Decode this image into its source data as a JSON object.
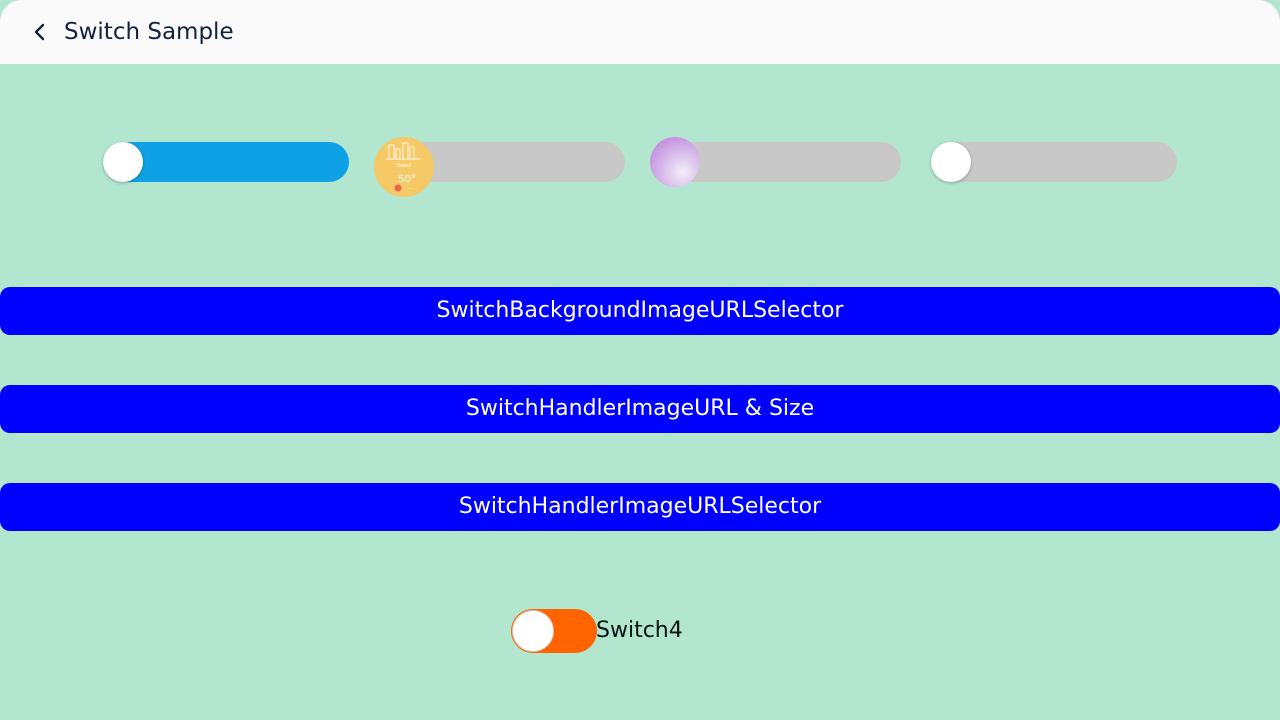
{
  "header": {
    "title": "Switch Sample",
    "back_icon": "chevron-left-icon"
  },
  "switches_row": [
    {
      "id": "switch-1",
      "state": "on",
      "track_color": "#0fa1e6",
      "handle": "white-circle"
    },
    {
      "id": "switch-2",
      "state": "off",
      "track_color": "#c8c8c8",
      "handle": "weather-watchface-image",
      "handle_text": "50°"
    },
    {
      "id": "switch-3",
      "state": "off",
      "track_color": "#c8c8c8",
      "handle": "purple-gradient-circle"
    },
    {
      "id": "switch-4",
      "state": "off",
      "track_color": "#c8c8c8",
      "handle": "white-circle"
    }
  ],
  "buttons": [
    {
      "label": "SwitchBackgroundImageURLSelector",
      "color": "#0000ff"
    },
    {
      "label": "SwitchHandlerImageURL & Size",
      "color": "#0000ff"
    },
    {
      "label": "SwitchHandlerImageURLSelector",
      "color": "#0000ff"
    }
  ],
  "switch4": {
    "label": "Switch4",
    "track_color": "#ff6400",
    "state": "off"
  },
  "colors": {
    "background": "#b2e6cf",
    "header": "#fafafa",
    "title_text": "#12233f"
  }
}
